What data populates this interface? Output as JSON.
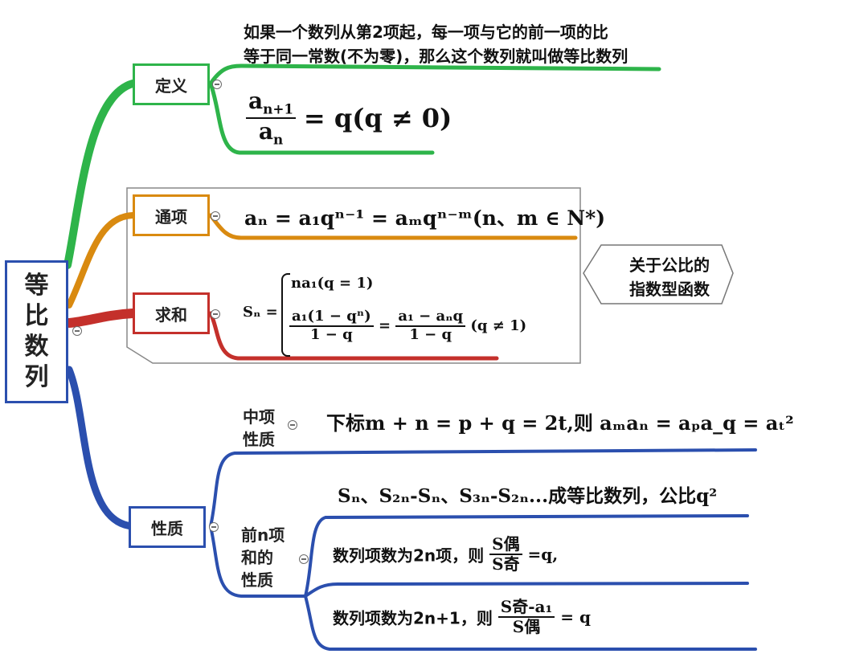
{
  "root": {
    "chars": [
      "等",
      "比",
      "数",
      "列"
    ]
  },
  "definition": {
    "label": "定义",
    "text_line1": "如果一个数列从第2项起，每一项与它的前一项的比",
    "text_line2": "等于同一常数(不为零)，那么这个数列就叫做等比数列",
    "formula_num": "a",
    "formula_num_sub": "n+1",
    "formula_den": "a",
    "formula_den_sub": "n",
    "formula_rhs": "= q(q ≠ 0)"
  },
  "general_term": {
    "label": "通项",
    "formula": "aₙ = a₁qⁿ⁻¹ = aₘqⁿ⁻ᵐ(n、m ∈ N*)"
  },
  "sum": {
    "label": "求和",
    "lhs": "Sₙ =",
    "case1": "na₁(q = 1)",
    "case2_num": "a₁(1 − qⁿ)",
    "case2_den": "1 − q",
    "eq": "=",
    "case2_num2": "a₁ − aₙq",
    "case2_den2": "1 − q",
    "case2_cond": "(q ≠ 1)"
  },
  "callout": {
    "line1": "关于公比的",
    "line2": "指数型函数"
  },
  "property": {
    "label": "性质",
    "middle_term": {
      "label_line1": "中项",
      "label_line2": "性质",
      "formula": "下标m + n = p + q = 2t,则 aₘaₙ = aₚa_q = aₜ²"
    },
    "partial_sum": {
      "label_line1": "前n项",
      "label_line2": "和的",
      "label_line3": "性质",
      "segments_formula": "Sₙ、S₂ₙ-Sₙ、S₃ₙ-S₂ₙ...成等比数列，公比q²",
      "even_text": "数列项数为2n项，则",
      "even_num": "S偶",
      "even_den": "S奇",
      "even_rhs": "=q,",
      "odd_text": "数列项数为2n+1，则",
      "odd_num": "S奇-a₁",
      "odd_den": "S偶",
      "odd_rhs": "= q"
    }
  },
  "colors": {
    "definition": "#2eb44a",
    "general_term": "#d98a10",
    "sum": "#c4302b",
    "property": "#2b4fae",
    "frame": "#777777"
  }
}
